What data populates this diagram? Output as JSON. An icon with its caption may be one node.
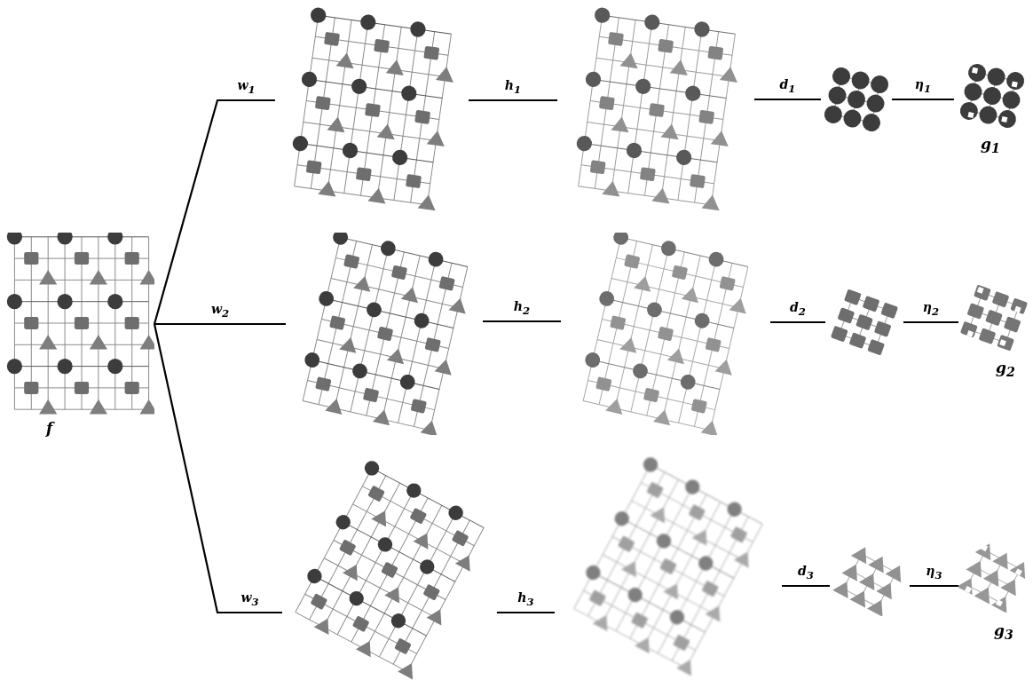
{
  "diagram": {
    "nodes": [
      {
        "text": [
          "f"
        ]
      },
      {
        "text": [],
        "shape": "picture"
      },
      {
        "text": [],
        "shape": "picture"
      },
      {
        "text": [],
        "shape": "picture"
      },
      {
        "text": [
          "g$_{1}$"
        ]
      },
      {
        "text": [],
        "shape": "picture"
      },
      {
        "text": [],
        "shape": "picture"
      },
      {
        "text": [],
        "shape": "picture"
      },
      {
        "text": [
          "g$_{2}$"
        ]
      },
      {
        "text": [],
        "shape": "picture"
      },
      {
        "text": [],
        "shape": "picture"
      },
      {
        "text": [],
        "shape": "picture"
      },
      {
        "text": [
          "g$_{3}$"
        ]
      }
    ],
    "edges": [
      {
        "from": 0,
        "to": 1,
        "arrow": "none",
        "label": "w$_{1}$"
      },
      {
        "from": 1,
        "to": 2,
        "arrow": "none",
        "label": "h$_{1}$"
      },
      {
        "from": 2,
        "to": 3,
        "arrow": "none",
        "label": "d$_{1}$"
      },
      {
        "from": 3,
        "to": 4,
        "arrow": "none",
        "label": "η$_{1}$"
      },
      {
        "from": 0,
        "to": 5,
        "arrow": "none",
        "label": "w$_{2}$"
      },
      {
        "from": 5,
        "to": 6,
        "arrow": "none",
        "label": "h$_{2}$"
      },
      {
        "from": 6,
        "to": 7,
        "arrow": "none",
        "label": "d$_{2}$"
      },
      {
        "from": 7,
        "to": 8,
        "arrow": "none",
        "label": "η$_{2}$"
      },
      {
        "from": 0,
        "to": 9,
        "arrow": "none",
        "label": "w$_{3}$"
      },
      {
        "from": 9,
        "to": 10,
        "arrow": "none",
        "label": "h$_{3}$"
      },
      {
        "from": 10,
        "to": 11,
        "arrow": "none",
        "label": "d$_{3}$"
      },
      {
        "from": 11,
        "to": 12,
        "arrow": "none",
        "label": "η$_{3}$"
      }
    ]
  }
}
